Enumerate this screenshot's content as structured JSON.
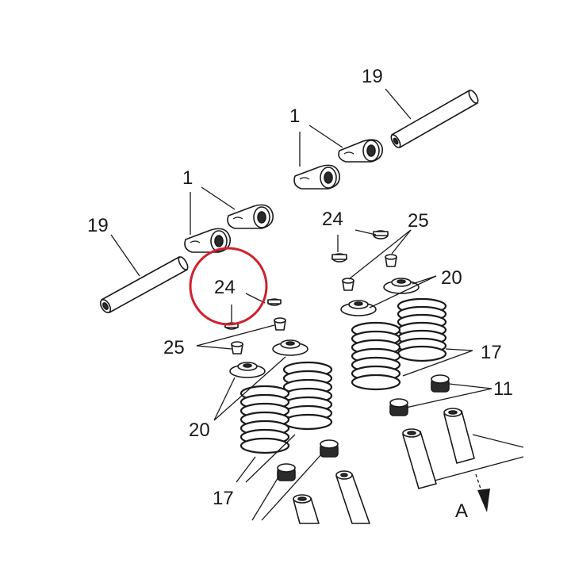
{
  "diagram": {
    "callouts": {
      "rocker_arm_a": "1",
      "rocker_arm_b": "1",
      "shaft_top": "19",
      "shaft_left": "19",
      "shim_right": "24",
      "shim_left_circled": "24",
      "cotter_right": "25",
      "cotter_left": "25",
      "retainer_right": "20",
      "retainer_left": "20",
      "spring_right": "17",
      "spring_left": "17",
      "seal_right": "11",
      "view_arrow": "A"
    },
    "highlight_color": "#d11f2e",
    "line_color": "#1a1a1a"
  }
}
